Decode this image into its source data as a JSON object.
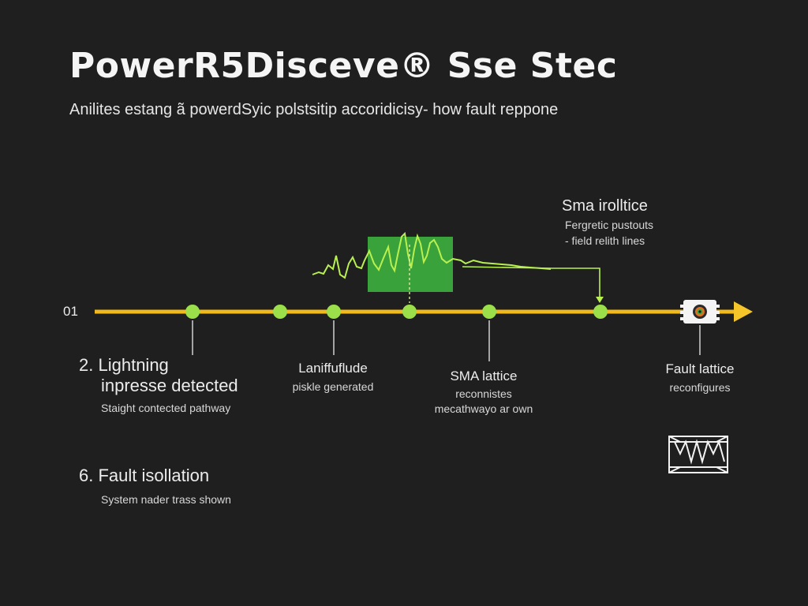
{
  "header": {
    "title": "PowerR5Disceve® Sse Stec",
    "subtitle": "Anilites estang ã powerdSyic polstsitip accoridicisy- how fault reppone"
  },
  "timeline": {
    "start_label": "01",
    "accent_color": "#f0b91e",
    "node_color": "#9be04a",
    "waveform_color": "#b8f050",
    "waveform_box_color": "#3aa23a"
  },
  "annotations": {
    "top_right": {
      "title": "Sma irolltice",
      "line1": "Fergretic pustouts",
      "line2": "- field relith lines"
    },
    "step2": {
      "number": "2.",
      "title_line1": "Lightning",
      "title_line2": "inpresse detected",
      "detail": "Staight contected pathway"
    },
    "amplitude": {
      "title": "Laniffuflude",
      "detail": "piskle generated"
    },
    "sma": {
      "title": "SMA lattice",
      "line1": "reconnistes",
      "line2": "mecathwayo ar own"
    },
    "fault_lattice": {
      "title": "Fault lattice",
      "detail": "reconfigures"
    },
    "step6": {
      "number": "6.",
      "title": "Fault isollation",
      "detail": "System nader trass shown"
    }
  },
  "icons": [
    "chip-icon",
    "lattice-frame-icon"
  ]
}
